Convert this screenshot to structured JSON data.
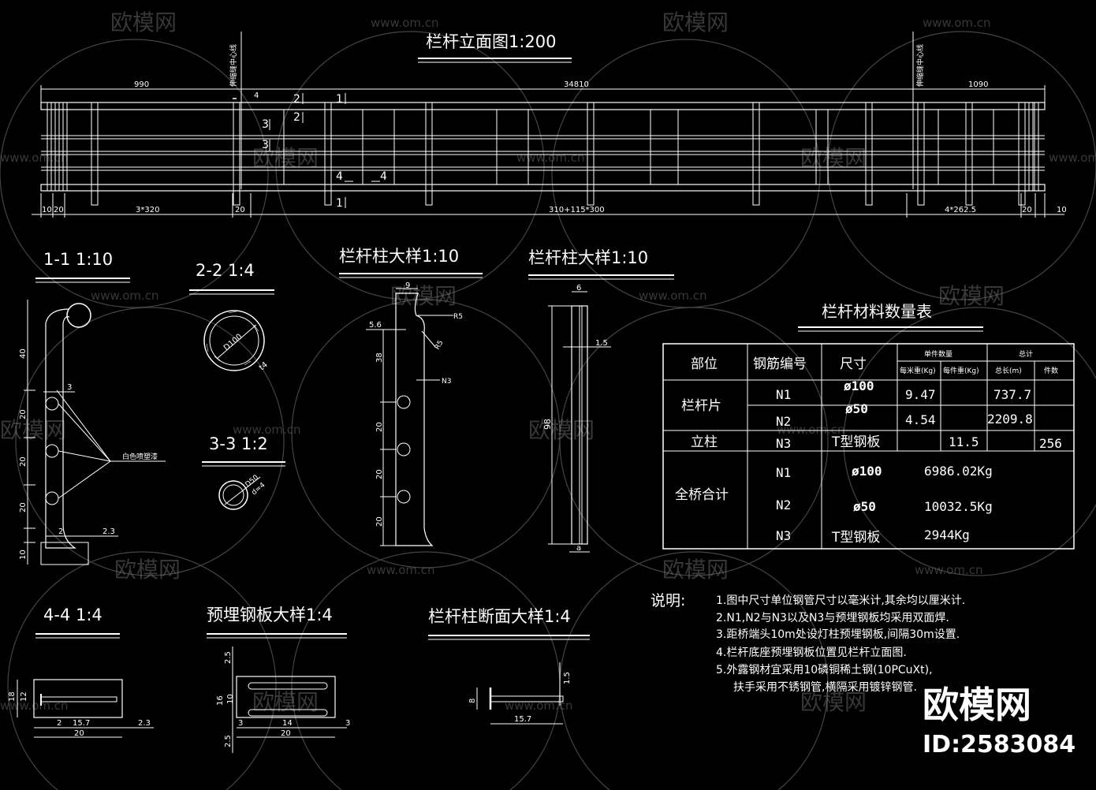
{
  "watermark": {
    "brand": "欧模网",
    "site": "www.om.cn",
    "big_brand": "欧模网",
    "id_text": "ID:2583084"
  },
  "elevation": {
    "title": "栏杆立面图1:200",
    "centerline_label": "伸缩缝中心线",
    "dims_top": {
      "left": "990",
      "mid": "34810",
      "right": "1090"
    },
    "dims_bottom": {
      "a": "10",
      "b": "20",
      "c": "3*320",
      "d": "20",
      "e": "310+115*300",
      "f": "4*262.5",
      "g": "20",
      "h": "10"
    },
    "small_4": "4",
    "marks": {
      "m2a": "2",
      "m2b": "2",
      "m1a": "1",
      "m1b": "1",
      "m3a": "3",
      "m3b": "3",
      "m4a": "4",
      "m4b": "4"
    }
  },
  "sec11": {
    "title": "1-1 1:10",
    "dims": [
      "40",
      "20",
      "20",
      "20",
      "10"
    ],
    "d3": "3",
    "d2": "2",
    "d23": "2.3",
    "label": "白色喷塑漆"
  },
  "sec22": {
    "title": "2-2 1:4",
    "d": "D100",
    "t": "t4"
  },
  "sec33": {
    "title": "3-3 1:2",
    "d": "D50",
    "t": "d=4"
  },
  "post1": {
    "title": "栏杆柱大样1:10",
    "d9": "9",
    "d56": "5.6",
    "r5": "R5",
    "r5b": "R5",
    "n3": "N3",
    "dims": [
      "38",
      "20",
      "20",
      "20"
    ]
  },
  "post2": {
    "title": "栏杆柱大样1:10",
    "d6": "6",
    "d15": "1.5",
    "d98": "98",
    "a": "a"
  },
  "sec44": {
    "title": "4-4 1:4",
    "d18": "18",
    "d12": "12",
    "d2": "2",
    "d157": "15.7",
    "d20": "20",
    "d23": "2.3"
  },
  "plate": {
    "title": "预埋钢板大样1:4",
    "d25a": "2.5",
    "d16": "16",
    "d10": "10",
    "d25b": "2.5",
    "d3a": "3",
    "d14": "14",
    "d20": "20",
    "d3b": "3"
  },
  "postsec": {
    "title": "栏杆柱断面大样1:4",
    "d15": "1.5",
    "d8": "8",
    "d157": "15.7"
  },
  "table": {
    "title": "栏杆材料数量表",
    "headers": {
      "part": "部位",
      "bar": "钢筋编号",
      "size": "尺寸",
      "single": "单件数量",
      "total": "总计",
      "perm": "每米重(Kg)",
      "perpiece": "每件重(Kg)",
      "len": "总长(m)",
      "count": "件数"
    },
    "rows": [
      {
        "part": "栏杆片",
        "bar": "N1",
        "size": "ø100",
        "perm": "9.47",
        "perpiece": "",
        "len": "737.7",
        "count": ""
      },
      {
        "part": "",
        "bar": "N2",
        "size": "ø50",
        "perm": "4.54",
        "perpiece": "",
        "len": "2209.8",
        "count": ""
      },
      {
        "part": "立柱",
        "bar": "N3",
        "size": "T型钢板",
        "perm": "",
        "perpiece": "11.5",
        "len": "",
        "count": "256"
      }
    ],
    "total": {
      "part": "全桥合计",
      "items": [
        {
          "bar": "N1",
          "size": "ø100",
          "weight": "6986.02Kg"
        },
        {
          "bar": "N2",
          "size": "ø50",
          "weight": "10032.5Kg"
        },
        {
          "bar": "N3",
          "size": "T型钢板",
          "weight": "2944Kg"
        }
      ]
    }
  },
  "notes": {
    "label": "说明:",
    "lines": [
      "1.图中尺寸单位钢管尺寸以毫米计,其余均以厘米计.",
      "2.N1,N2与N3以及N3与预埋钢板均采用双面焊.",
      "3.距桥端头10m处设灯柱预埋钢板,间隔30m设置.",
      "4.栏杆底座预埋钢板位置见栏杆立面图.",
      "5.外露钢材宜采用10磷铜稀土钢(10PCuXt),",
      "扶手采用不锈钢管,横隔采用镀锌钢管."
    ]
  }
}
